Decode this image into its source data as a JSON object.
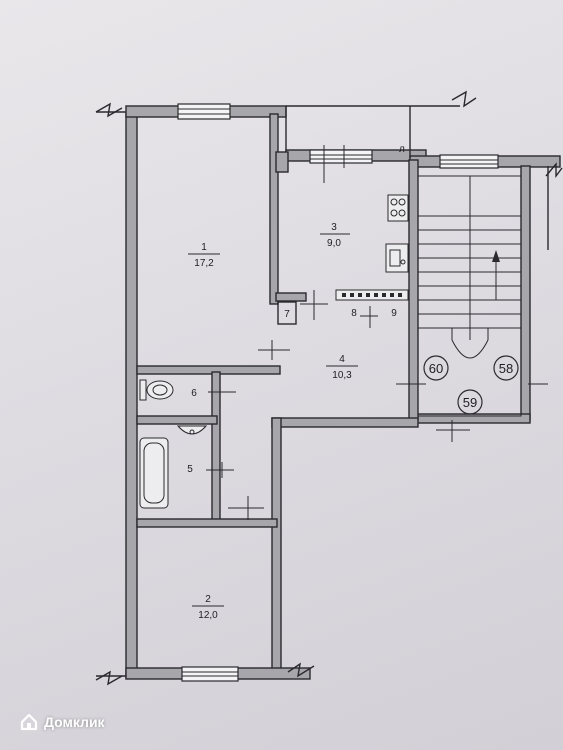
{
  "rooms": [
    {
      "num": "1",
      "area": "17,2"
    },
    {
      "num": "2",
      "area": "12,0"
    },
    {
      "num": "3",
      "area": "9,0"
    },
    {
      "num": "4",
      "area": "10,3"
    },
    {
      "num": "5"
    },
    {
      "num": "6"
    },
    {
      "num": "7"
    },
    {
      "num": "8"
    },
    {
      "num": "9"
    }
  ],
  "stair_labels": [
    "60",
    "58",
    "59"
  ],
  "balcony_mark": "л",
  "watermark": {
    "text": "Домклик"
  }
}
